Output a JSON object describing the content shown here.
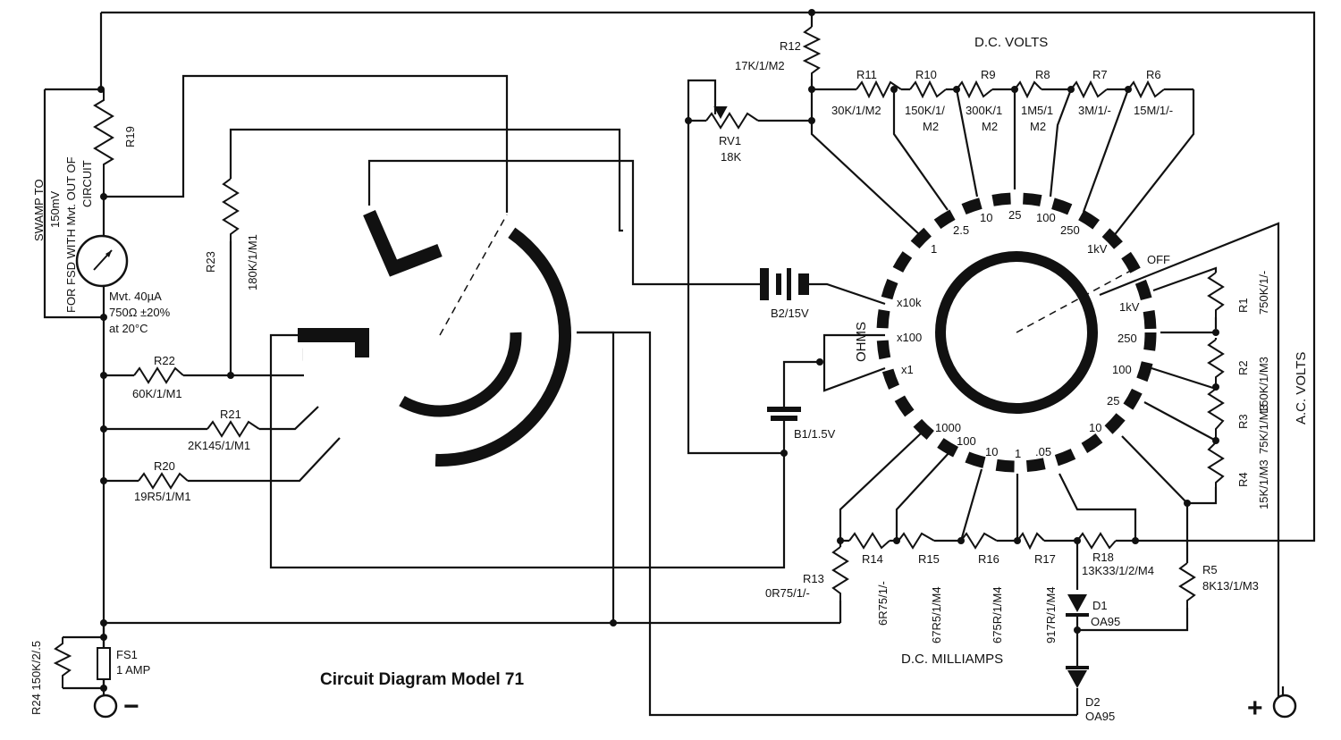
{
  "title": "Circuit Diagram  Model 71",
  "sections": {
    "dc_volts": "D.C. VOLTS",
    "ac_volts": "A.C. VOLTS",
    "dc_milliamps": "D.C. MILLIAMPS",
    "ohms": "OHMS"
  },
  "swamp_note": [
    "SWAMP TO",
    "150mV",
    "FOR FSD WITH Mvt. OUT OF",
    "CIRCUIT"
  ],
  "movement": {
    "label": "Mvt. 40µA",
    "resistance": "750Ω ±20%",
    "temperature": "at 20°C"
  },
  "components": {
    "r1": {
      "name": "R1",
      "value": "750K/1/-"
    },
    "r2": {
      "name": "R2",
      "value": "150K/1/M3"
    },
    "r3": {
      "name": "R3",
      "value": "75K/1/M3"
    },
    "r4": {
      "name": "R4",
      "value": "15K/1/M3"
    },
    "r5": {
      "name": "R5",
      "value": "8K13/1/M3"
    },
    "r6": {
      "name": "R6",
      "value": "15M/1/-"
    },
    "r7": {
      "name": "R7",
      "value": "3M/1/-"
    },
    "r8": {
      "name": "R8",
      "value": "1M5/1",
      "value2": "M2"
    },
    "r9": {
      "name": "R9",
      "value": "300K/1",
      "value2": "M2"
    },
    "r10": {
      "name": "R10",
      "value": "150K/1/",
      "value2": "M2"
    },
    "r11": {
      "name": "R11",
      "value": "30K/1/M2"
    },
    "r12": {
      "name": "R12",
      "value": "17K/1/M2"
    },
    "r13": {
      "name": "R13",
      "value": "0R75/1/-"
    },
    "r14": {
      "name": "R14",
      "value": "6R75/1/-"
    },
    "r15": {
      "name": "R15",
      "value": "67R5/1/M4"
    },
    "r16": {
      "name": "R16",
      "value": "675R/1/M4"
    },
    "r17": {
      "name": "R17",
      "value": "917R/1/M4"
    },
    "r18": {
      "name": "R18",
      "value": "13K33/1/2/M4"
    },
    "r19": {
      "name": "R19"
    },
    "r20": {
      "name": "R20",
      "value": "19R5/1/M1"
    },
    "r21": {
      "name": "R21",
      "value": "2K145/1/M1"
    },
    "r22": {
      "name": "R22",
      "value": "60K/1/M1"
    },
    "r23": {
      "name": "R23",
      "value": "180K/1/M1"
    },
    "r24": {
      "name": "R24",
      "value": "150K/2/.5"
    },
    "rv1": {
      "name": "RV1",
      "value": "18K"
    },
    "b1": {
      "name": "B1/1.5V"
    },
    "b2": {
      "name": "B2/15V"
    },
    "d1": {
      "name": "D1",
      "value": "OA95"
    },
    "d2": {
      "name": "D2",
      "value": "OA95"
    },
    "fs1": {
      "name": "FS1",
      "value": "1 AMP"
    }
  },
  "switch_positions": {
    "dc_volts": [
      "1",
      "2.5",
      "10",
      "25",
      "100",
      "250",
      "1kV"
    ],
    "off": "OFF",
    "ac_volts": [
      "1kV",
      "250",
      "100",
      "25",
      "10"
    ],
    "dc_milliamps": [
      "1000",
      "100",
      "10",
      "1",
      ".05"
    ],
    "ohms": [
      "x10k",
      "x100",
      "x1"
    ]
  },
  "terminals": {
    "negative": "−",
    "positive": "+"
  }
}
